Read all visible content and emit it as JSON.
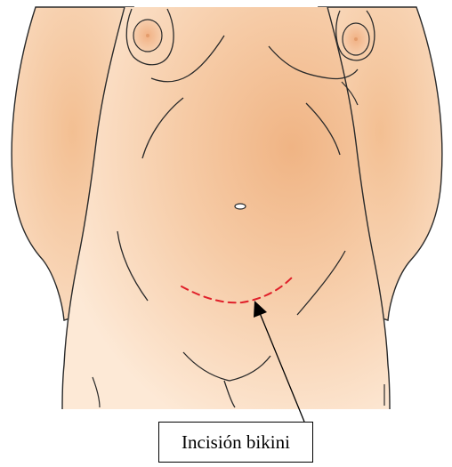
{
  "annotation": {
    "label": "Incisión bikini"
  },
  "colors": {
    "skin_light": "#fbe3cb",
    "skin_mid": "#f6c9a0",
    "skin_dark": "#eeb07f",
    "outline": "#2a2a2a",
    "incision": "#e0202a",
    "arrow": "#000000"
  },
  "icons": [
    "torso-illustration",
    "incision-line",
    "pointer-arrow"
  ]
}
